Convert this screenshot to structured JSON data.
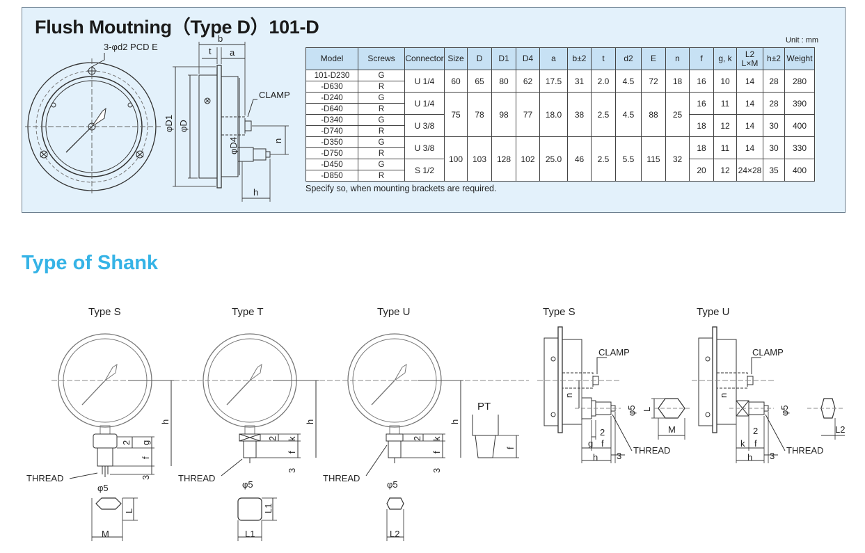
{
  "panel": {
    "title": "Flush Moutning（Type D）101-D",
    "unit": "Unit : mm",
    "note": "Specify so, when mounting brackets are required."
  },
  "front_view": {
    "pcd_label": "3-φd2 PCD E"
  },
  "side_view": {
    "b_label": "b",
    "t_label": "t",
    "a_label": "a",
    "clamp_label": "CLAMP",
    "d1_label": "φD1",
    "d_label": "φD",
    "d4_label": "φD4",
    "n_label": "n",
    "h_label": "h"
  },
  "table": {
    "headers": [
      "Model",
      "Screws",
      "Connector",
      "Size",
      "D",
      "D1",
      "D4",
      "a",
      "b±2",
      "t",
      "d2",
      "E",
      "n",
      "f",
      "g, k",
      "L2\nL×M",
      "h±2",
      "Weight"
    ],
    "models": [
      "101-D230",
      "-D630",
      "-D240",
      "-D640",
      "-D340",
      "-D740",
      "-D350",
      "-D750",
      "-D450",
      "-D850"
    ],
    "screws": [
      "G",
      "R",
      "G",
      "R",
      "G",
      "R",
      "G",
      "R",
      "G",
      "R"
    ],
    "connectors": [
      "U 1/4",
      "U 1/4",
      "U 3/8",
      "U 3/8",
      "S 1/2"
    ],
    "groups": [
      {
        "size": "60",
        "D": "65",
        "D1": "80",
        "D4": "62",
        "a": "17.5",
        "b": "31",
        "t": "2.0",
        "d2": "4.5",
        "E": "72",
        "n": "18"
      },
      {
        "size": "75",
        "D": "78",
        "D1": "98",
        "D4": "77",
        "a": "18.0",
        "b": "38",
        "t": "2.5",
        "d2": "4.5",
        "E": "88",
        "n": "25"
      },
      {
        "size": "100",
        "D": "103",
        "D1": "128",
        "D4": "102",
        "a": "25.0",
        "b": "46",
        "t": "2.5",
        "d2": "5.5",
        "E": "115",
        "n": "32"
      }
    ],
    "pairs": [
      {
        "f": "16",
        "gk": "10",
        "L": "14",
        "h": "28",
        "weight": "280"
      },
      {
        "f": "16",
        "gk": "11",
        "L": "14",
        "h": "28",
        "weight": "390"
      },
      {
        "f": "18",
        "gk": "12",
        "L": "14",
        "h": "30",
        "weight": "400"
      },
      {
        "f": "18",
        "gk": "11",
        "L": "14",
        "h": "30",
        "weight": "330"
      },
      {
        "f": "20",
        "gk": "12",
        "L": "24×28",
        "h": "35",
        "weight": "400"
      }
    ]
  },
  "shank": {
    "title": "Type of Shank",
    "types": [
      "Type S",
      "Type T",
      "Type U",
      "Type S",
      "Type U"
    ],
    "thread_label": "THREAD",
    "clamp_label": "CLAMP",
    "pt_label": "PT",
    "phi5": "φ5",
    "dims": {
      "h": "h",
      "g": "g",
      "f": "f",
      "k": "k",
      "two": "2",
      "three": "3",
      "n": "n",
      "L": "L",
      "L1": "L1",
      "L2": "L2",
      "M": "M"
    }
  },
  "colors": {
    "panel_bg": "#e3f1fb",
    "header_bg": "#c7e1f4",
    "accent": "#35b3e6",
    "line": "#333333"
  }
}
